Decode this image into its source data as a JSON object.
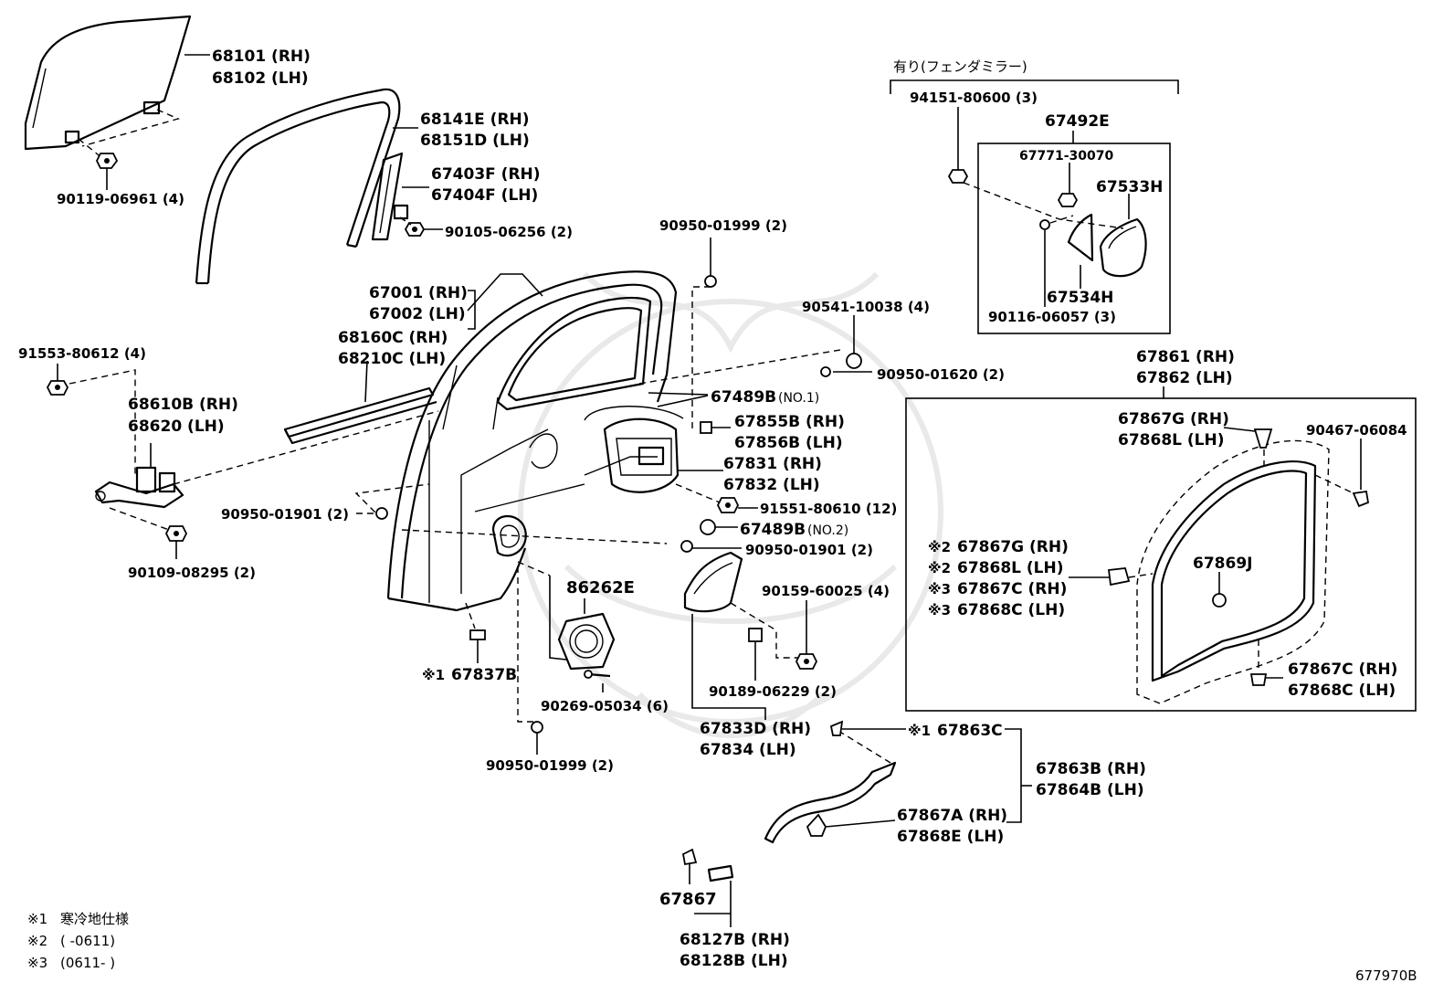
{
  "diagram": {
    "labels": {
      "p68101": "68101 (RH)",
      "p68102": "68102 (LH)",
      "p90119": "90119-06961 (4)",
      "p68141E": "68141E (RH)",
      "p68151D": "68151D (LH)",
      "p67403F": "67403F (RH)",
      "p67404F": "67404F (LH)",
      "p90105": "90105-06256 (2)",
      "p90950_01999_top": "90950-01999 (2)",
      "p67001": "67001 (RH)",
      "p67002": "67002 (LH)",
      "p68160C": "68160C (RH)",
      "p68210C": "68210C (LH)",
      "p91553": "91553-80612 (4)",
      "p68610B": "68610B (RH)",
      "p68620": "68620 (LH)",
      "p90109": "90109-08295 (2)",
      "p90950_01901_left": "90950-01901 (2)",
      "p90541": "90541-10038 (4)",
      "p90950_01620": "90950-01620 (2)",
      "p67489B_1": "67489B",
      "p67489B_1_note": "(NO.1)",
      "p67855B": "67855B (RH)",
      "p67856B": "67856B (LH)",
      "p67831": "67831 (RH)",
      "p67832": "67832 (LH)",
      "p91551": "91551-80610 (12)",
      "p67489B_2": "67489B",
      "p67489B_2_note": "(NO.2)",
      "p90950_01901_right": "90950-01901 (2)",
      "p86262E": "86262E",
      "p90159": "90159-60025 (4)",
      "p67837B_mark": "※1",
      "p67837B": "67837B",
      "p90269": "90269-05034 (6)",
      "p90189": "90189-06229 (2)",
      "p67833D": "67833D (RH)",
      "p67834": "67834 (LH)",
      "p90950_01999_bottom": "90950-01999 (2)",
      "fender_title": "有り(フェンダミラー)",
      "p94151": "94151-80600 (3)",
      "p67492E": "67492E",
      "p67771": "67771-30070",
      "p67533H": "67533H",
      "p67534H": "67534H",
      "p90116": "90116-06057 (3)",
      "p67861": "67861 (RH)",
      "p67862": "67862 (LH)",
      "p67867G_top": "67867G (RH)",
      "p67868L_top": "67868L (LH)",
      "p90467": "90467-06084",
      "note_2a_mark": "※2",
      "note_2a": "67867G (RH)",
      "note_2b_mark": "※2",
      "note_2b": "67868L (LH)",
      "note_3a_mark": "※3",
      "note_3a": "67867C (RH)",
      "note_3b_mark": "※3",
      "note_3b": "67868C (LH)",
      "p67869J": "67869J",
      "p67867C_bot": "67867C (RH)",
      "p67868C_bot": "67868C (LH)",
      "p67863C_mark": "※1",
      "p67863C": "67863C",
      "p67863B": "67863B (RH)",
      "p67864B": "67864B (LH)",
      "p67867A": "67867A (RH)",
      "p67868E": "67868E (LH)",
      "p67867": "67867",
      "p68127B": "68127B (RH)",
      "p68128B": "68128B (LH)"
    },
    "footnotes": [
      {
        "mark": "※1",
        "text": "寒冷地仕様"
      },
      {
        "mark": "※2",
        "text": "(    -0611)"
      },
      {
        "mark": "※3",
        "text": "(0611-    )"
      }
    ],
    "figure_code": "677970B"
  }
}
